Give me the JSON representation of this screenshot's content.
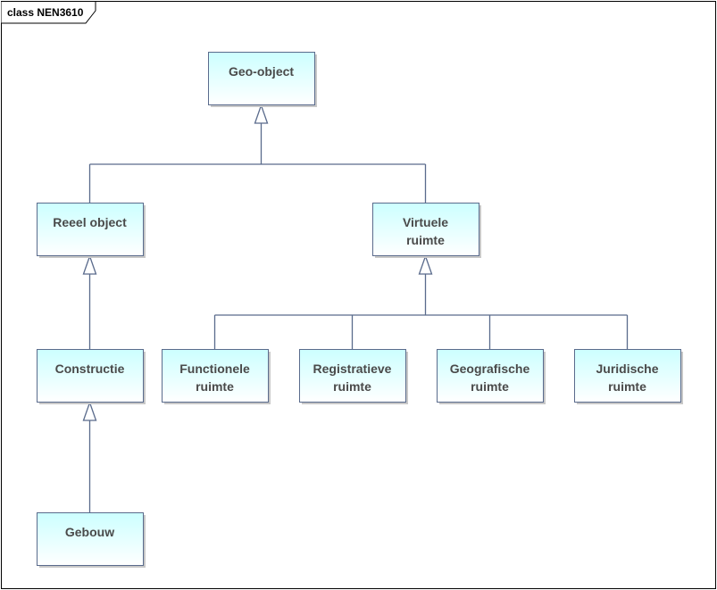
{
  "frame": {
    "title": "class NEN3610"
  },
  "classes": [
    {
      "id": "geo-object",
      "lines": [
        "Geo-object"
      ]
    },
    {
      "id": "reeel-object",
      "lines": [
        "Reeel object"
      ]
    },
    {
      "id": "virtuele-ruimte",
      "lines": [
        "Virtuele",
        "ruimte"
      ]
    },
    {
      "id": "constructie",
      "lines": [
        "Constructie"
      ]
    },
    {
      "id": "gebouw",
      "lines": [
        "Gebouw"
      ]
    },
    {
      "id": "functionele-ruimte",
      "lines": [
        "Functionele",
        "ruimte"
      ]
    },
    {
      "id": "registratieve-ruimte",
      "lines": [
        "Registratieve",
        "ruimte"
      ]
    },
    {
      "id": "geografische-ruimte",
      "lines": [
        "Geografische",
        "ruimte"
      ]
    },
    {
      "id": "juridische-ruimte",
      "lines": [
        "Juridische",
        "ruimte"
      ]
    }
  ],
  "generalizations": [
    {
      "child": "reeel-object",
      "parent": "geo-object"
    },
    {
      "child": "virtuele-ruimte",
      "parent": "geo-object"
    },
    {
      "child": "constructie",
      "parent": "reeel-object"
    },
    {
      "child": "gebouw",
      "parent": "constructie"
    },
    {
      "child": "functionele-ruimte",
      "parent": "virtuele-ruimte"
    },
    {
      "child": "registratieve-ruimte",
      "parent": "virtuele-ruimte"
    },
    {
      "child": "geografische-ruimte",
      "parent": "virtuele-ruimte"
    },
    {
      "child": "juridische-ruimte",
      "parent": "virtuele-ruimte"
    }
  ],
  "colors": {
    "box_fill_top": "#ccffff",
    "box_fill_bottom": "#ffffff",
    "box_border": "#5a6b8c",
    "connector": "#5a6b8c",
    "label_text": "#4a4a4a"
  }
}
